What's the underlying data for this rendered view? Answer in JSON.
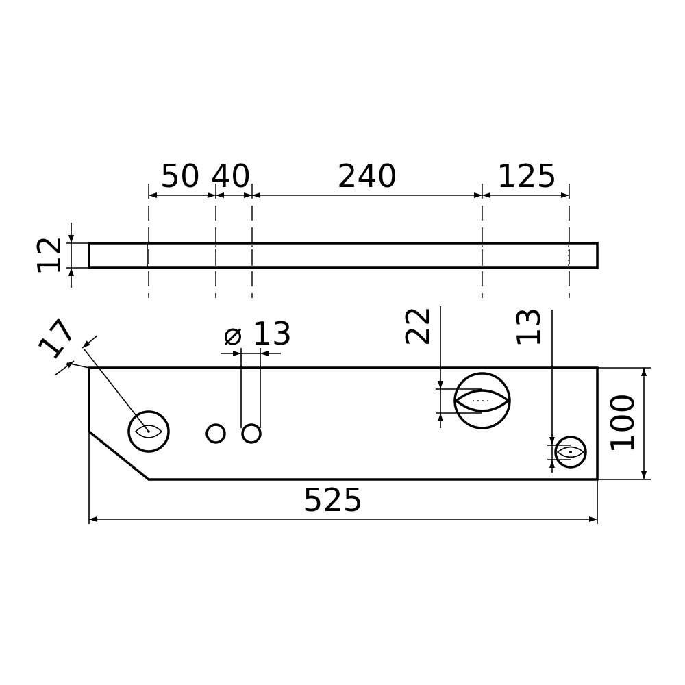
{
  "drawing": {
    "top_view_dimensions": [
      "50",
      "40",
      "240",
      "125"
    ],
    "thickness": "12",
    "chamfer_dimension": "17",
    "hole_diameter_symbol": "⌀",
    "hole_diameter": "13",
    "large_hole_dimension": "22",
    "small_hole_dimension": "13",
    "height": "100",
    "length": "525",
    "line_color": "#000000",
    "background_color": "#ffffff"
  }
}
